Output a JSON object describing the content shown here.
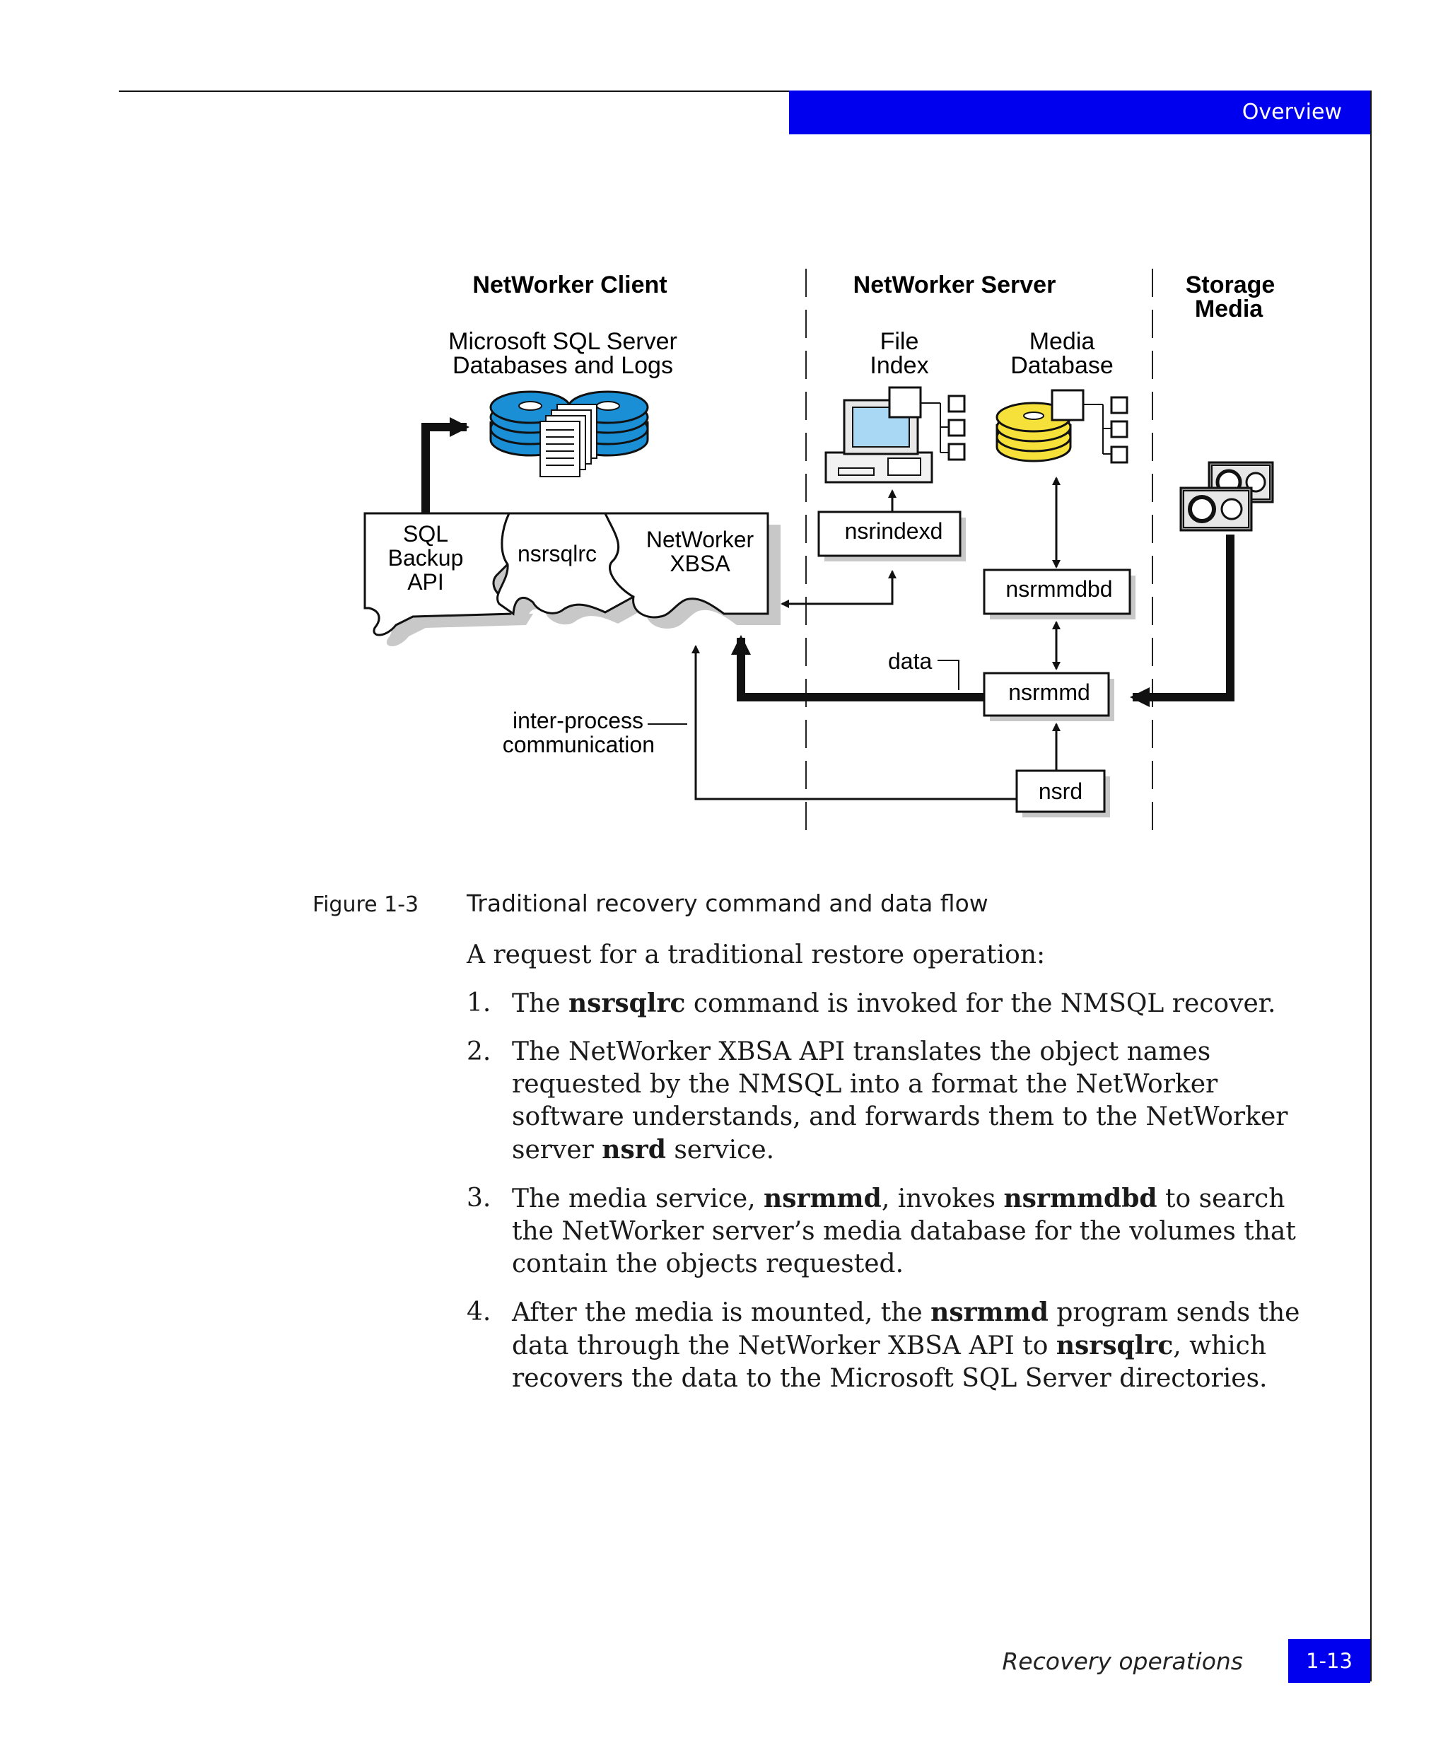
{
  "header": {
    "section": "Overview"
  },
  "diagram": {
    "columns": {
      "client": "NetWorker Client",
      "server": "NetWorker Server",
      "storage_line1": "Storage",
      "storage_line2": "Media"
    },
    "sql_db_line1": "Microsoft SQL Server",
    "sql_db_line2": "Databases and Logs",
    "file_index_line1": "File",
    "file_index_line2": "Index",
    "media_db_line1": "Media",
    "media_db_line2": "Database",
    "sql_api_line1": "SQL",
    "sql_api_line2": "Backup",
    "sql_api_line3": "API",
    "nsrsqlrc": "nsrsqlrc",
    "xbsa_line1": "NetWorker",
    "xbsa_line2": "XBSA",
    "nsrindexd": "nsrindexd",
    "nsrmmdbd": "nsrmmdbd",
    "nsrmmd": "nsrmmd",
    "nsrd": "nsrd",
    "data_label": "data",
    "ipc_line1": "inter-process",
    "ipc_line2": "communication"
  },
  "figure": {
    "number": "Figure 1-3",
    "title": "Traditional recovery command and data flow"
  },
  "body": {
    "intro": "A request for a traditional restore operation:",
    "items": [
      {
        "num": "1.",
        "p1": "The ",
        "b1": "nsrsqlrc",
        "p2": " command is invoked for the NMSQL recover."
      },
      {
        "num": "2.",
        "p1": "The NetWorker XBSA API translates the object names requested by the NMSQL into a format the NetWorker software understands, and forwards them to the NetWorker server ",
        "b1": "nsrd",
        "p2": " service."
      },
      {
        "num": "3.",
        "p1": "The media service, ",
        "b1": "nsrmmd",
        "p2": ", invokes ",
        "b2": "nsrmmdbd",
        "p3": " to search the NetWorker server’s media database for the volumes that contain the objects requested."
      },
      {
        "num": "4.",
        "p1": "After the media is mounted, the ",
        "b1": "nsrmmd",
        "p2": " program sends the data through the NetWorker XBSA API to ",
        "b2": "nsrsqlrc",
        "p3": ", which recovers the data to the Microsoft SQL Server directories."
      }
    ]
  },
  "footer": {
    "chapter": "Recovery operations",
    "page": "1-13"
  },
  "colors": {
    "accent_blue": "#0000ee",
    "disk_blue": "#1a8fd6",
    "disk_yellow": "#f5e13a",
    "screen_blue": "#a9d8f5"
  }
}
